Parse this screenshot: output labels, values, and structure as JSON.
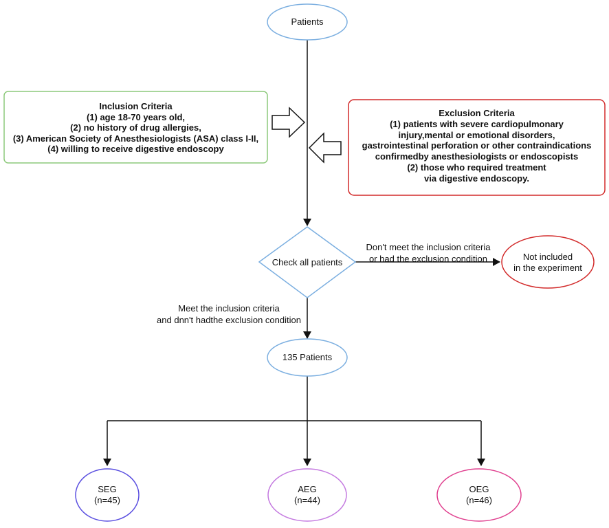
{
  "nodes": {
    "patients": {
      "label": "Patients"
    },
    "inclusion": {
      "title": "Inclusion Criteria",
      "lines": [
        "(1) age 18-70 years old,",
        "(2) no history of drug allergies,",
        "(3) American Society of Anesthesiologists (ASA) class I-II,",
        "(4) willing to receive digestive endoscopy"
      ]
    },
    "exclusion": {
      "title": "Exclusion Criteria",
      "lines": [
        "(1) patients with severe cardiopulmonary",
        "injury,mental or emotional disorders,",
        "gastrointestinal perforation or other contraindications",
        "confirmedby anesthesiologists or endoscopists",
        "(2) those who required treatment",
        "via digestive endoscopy."
      ]
    },
    "check": {
      "label": "Check all patients"
    },
    "not_included": {
      "lines": [
        "Not included",
        "in the experiment"
      ]
    },
    "patients_135": {
      "label": "135 Patients"
    },
    "seg": {
      "name": "SEG",
      "count": "(n=45)"
    },
    "aeg": {
      "name": "AEG",
      "count": "(n=44)"
    },
    "oeg": {
      "name": "OEG",
      "count": "(n=46)"
    }
  },
  "edge_labels": {
    "excluded": [
      "Don't meet the inclusion criteria",
      "or had the exclusion condition"
    ],
    "included": [
      "Meet the inclusion criteria",
      "and dnn't hadthe exclusion condition"
    ]
  },
  "colors": {
    "blue": "#7aaee0",
    "green": "#8cc97a",
    "red": "#d22a2a",
    "purple_blue": "#5a4fe0",
    "violet": "#c47ae0",
    "magenta": "#e0408f",
    "line": "#111111"
  }
}
